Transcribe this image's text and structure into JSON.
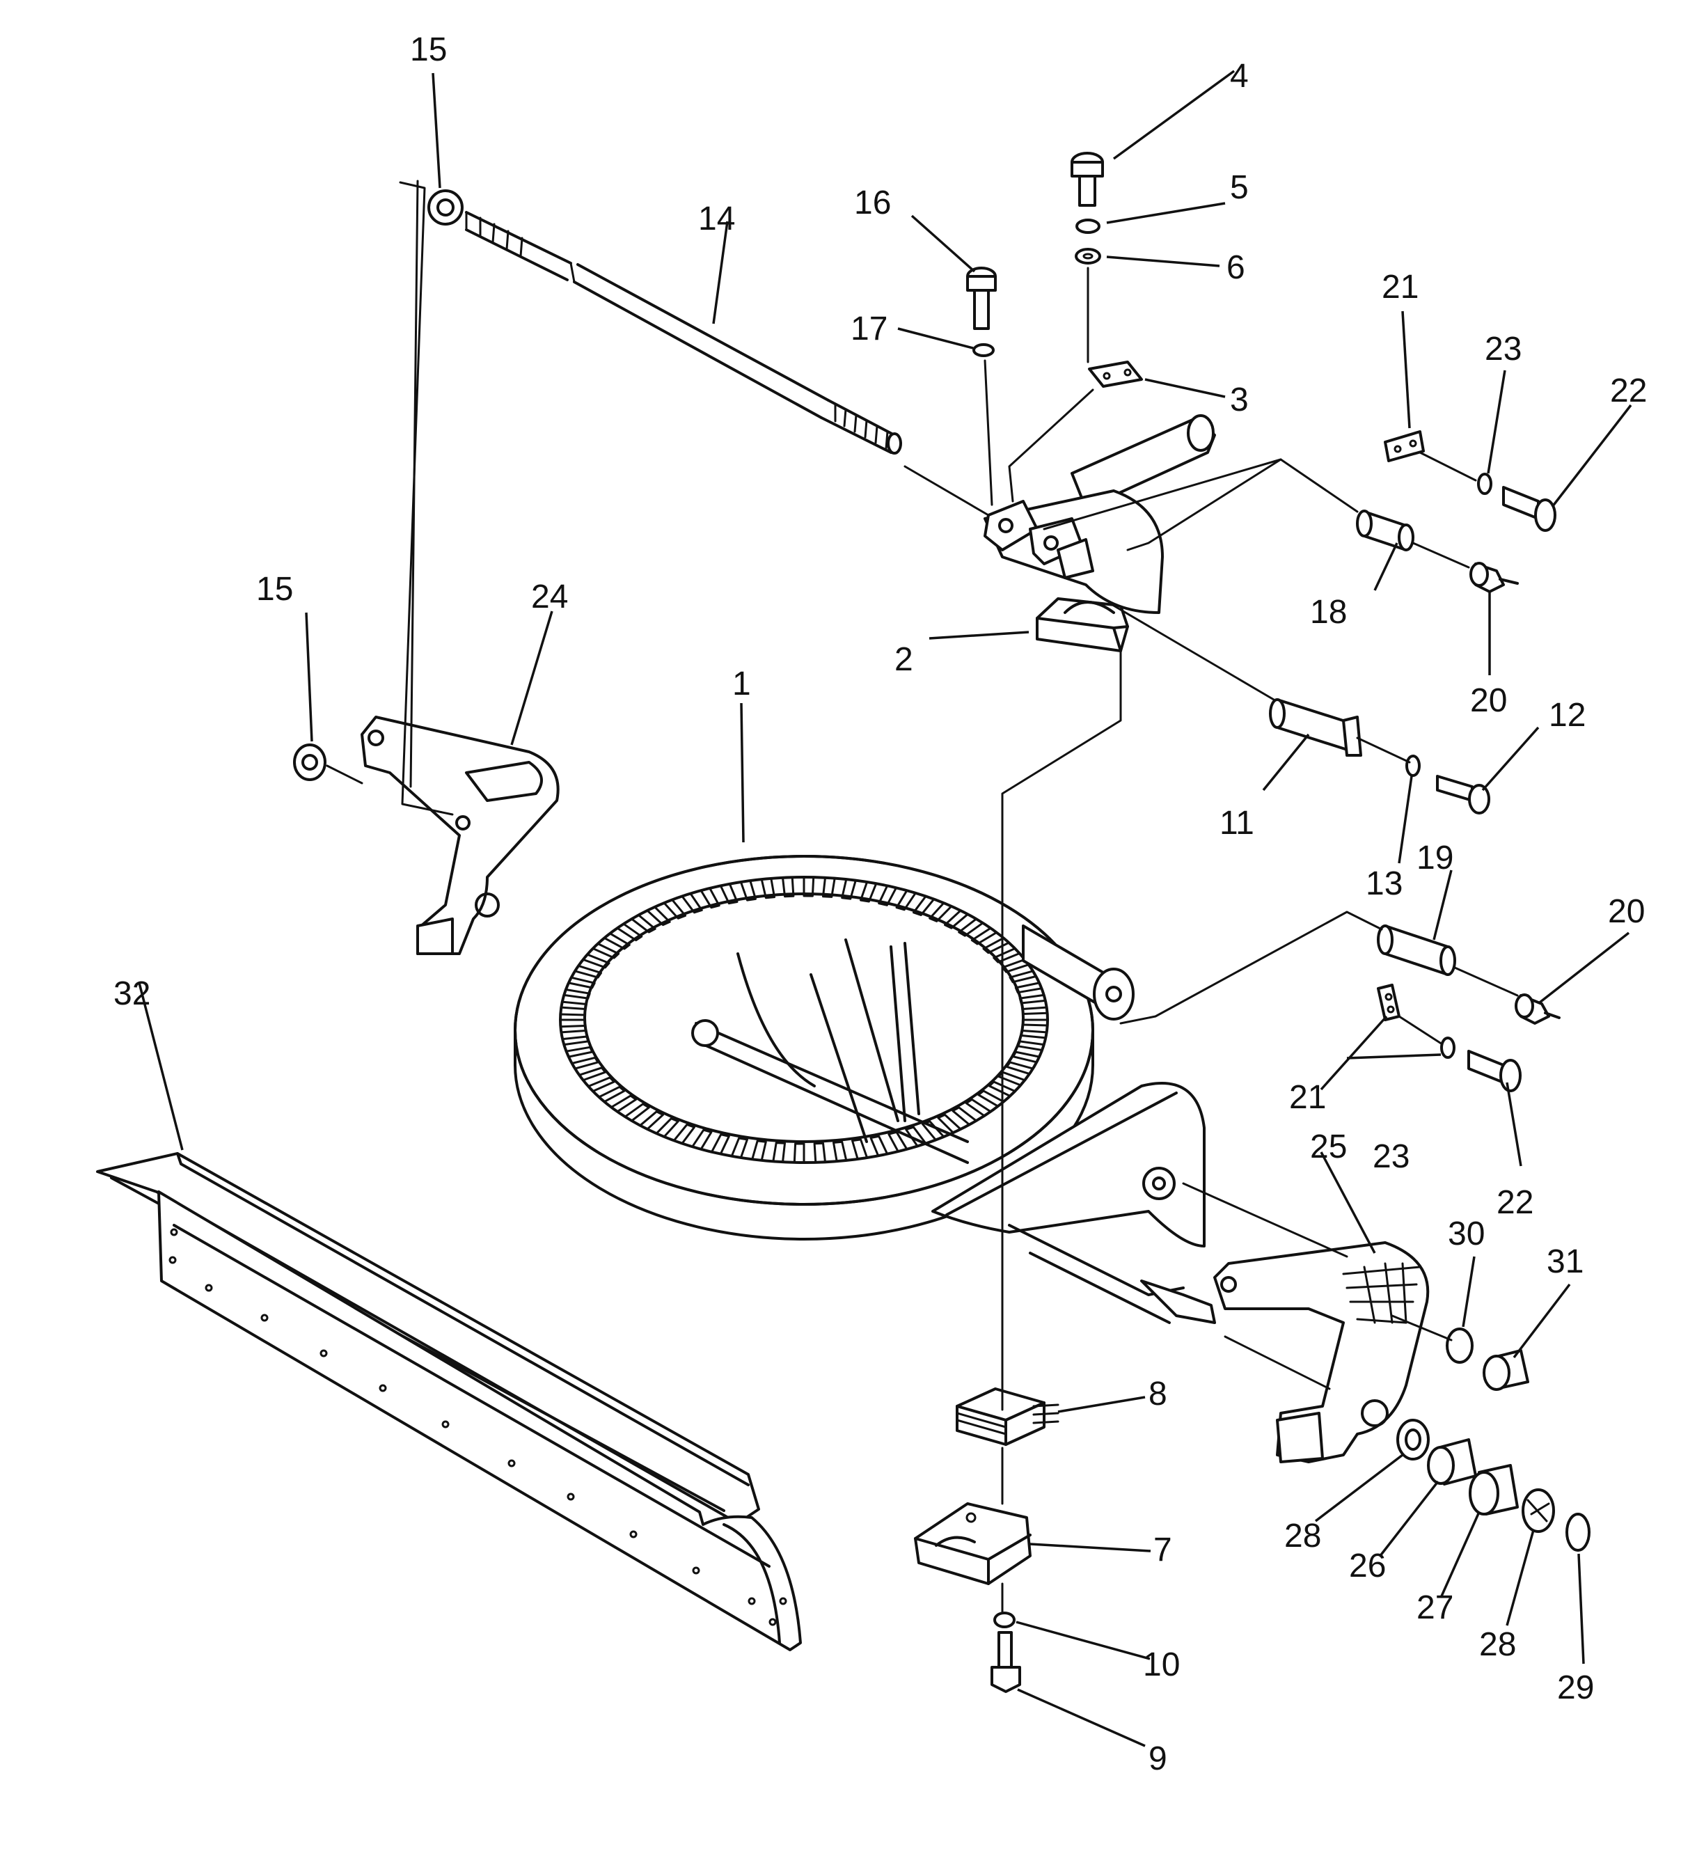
{
  "callouts": {
    "c1": "1",
    "c2": "2",
    "c3": "3",
    "c4": "4",
    "c5": "5",
    "c6": "6",
    "c7": "7",
    "c8": "8",
    "c9": "9",
    "c10": "10",
    "c11": "11",
    "c12": "12",
    "c13": "13",
    "c14": "14",
    "c15a": "15",
    "c15b": "15",
    "c16": "16",
    "c17": "17",
    "c18": "18",
    "c19": "19",
    "c20a": "20",
    "c20b": "20",
    "c21a": "21",
    "c21b": "21",
    "c22a": "22",
    "c22b": "22",
    "c23a": "23",
    "c23b": "23",
    "c24": "24",
    "c25": "25",
    "c26": "26",
    "c27": "27",
    "c28a": "28",
    "c28b": "28",
    "c29": "29",
    "c30": "30",
    "c31": "31",
    "c32": "32"
  }
}
